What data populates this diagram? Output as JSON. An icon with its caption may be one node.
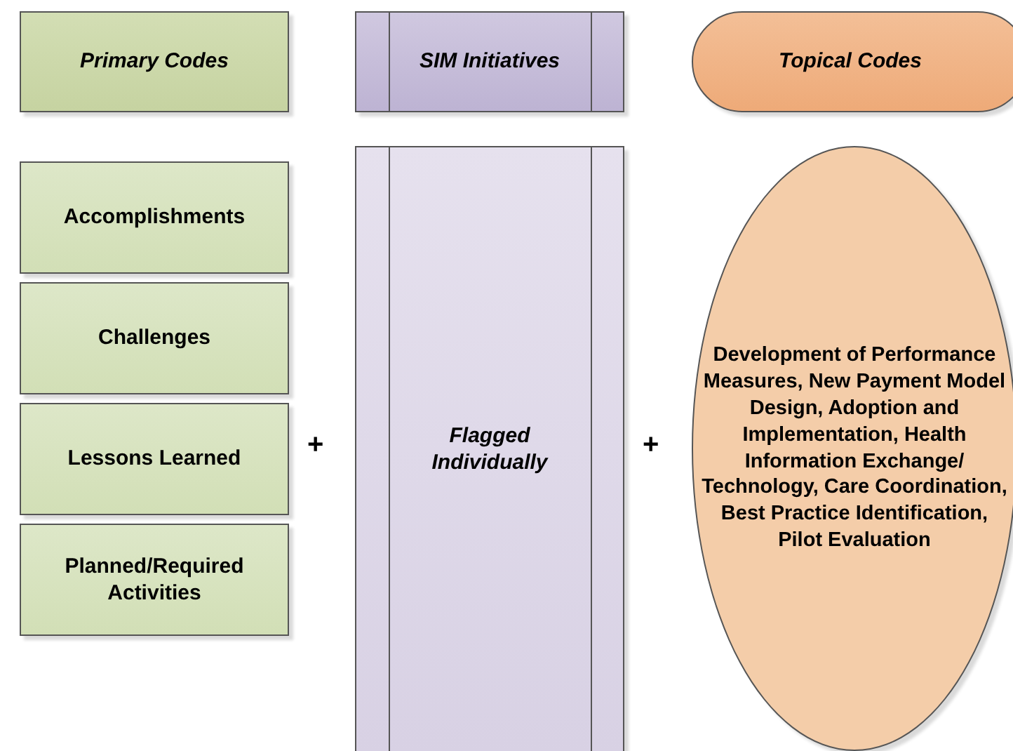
{
  "diagram": {
    "nodes": [
      {
        "text": [
          "Primary Codes"
        ]
      },
      {
        "text": [
          "SIM Initiatives"
        ]
      },
      {
        "text": [
          "Topical Codes"
        ]
      },
      {
        "text": [
          "Accomplishments"
        ]
      },
      {
        "text": [
          "Challenges"
        ]
      },
      {
        "text": [
          "Lessons Learned"
        ]
      },
      {
        "text": [
          "Planned/Required Activities"
        ]
      },
      {
        "text": [
          "Flagged Individually"
        ]
      },
      {
        "text": [
          "Development of Performance Measures, New Payment Model Design, Adoption and Implementation, Health Information Exchange/ Technology, Care Coordination, Best Practice Identification, Pilot Evaluation"
        ]
      }
    ],
    "labels": [
      "+",
      "+"
    ]
  }
}
